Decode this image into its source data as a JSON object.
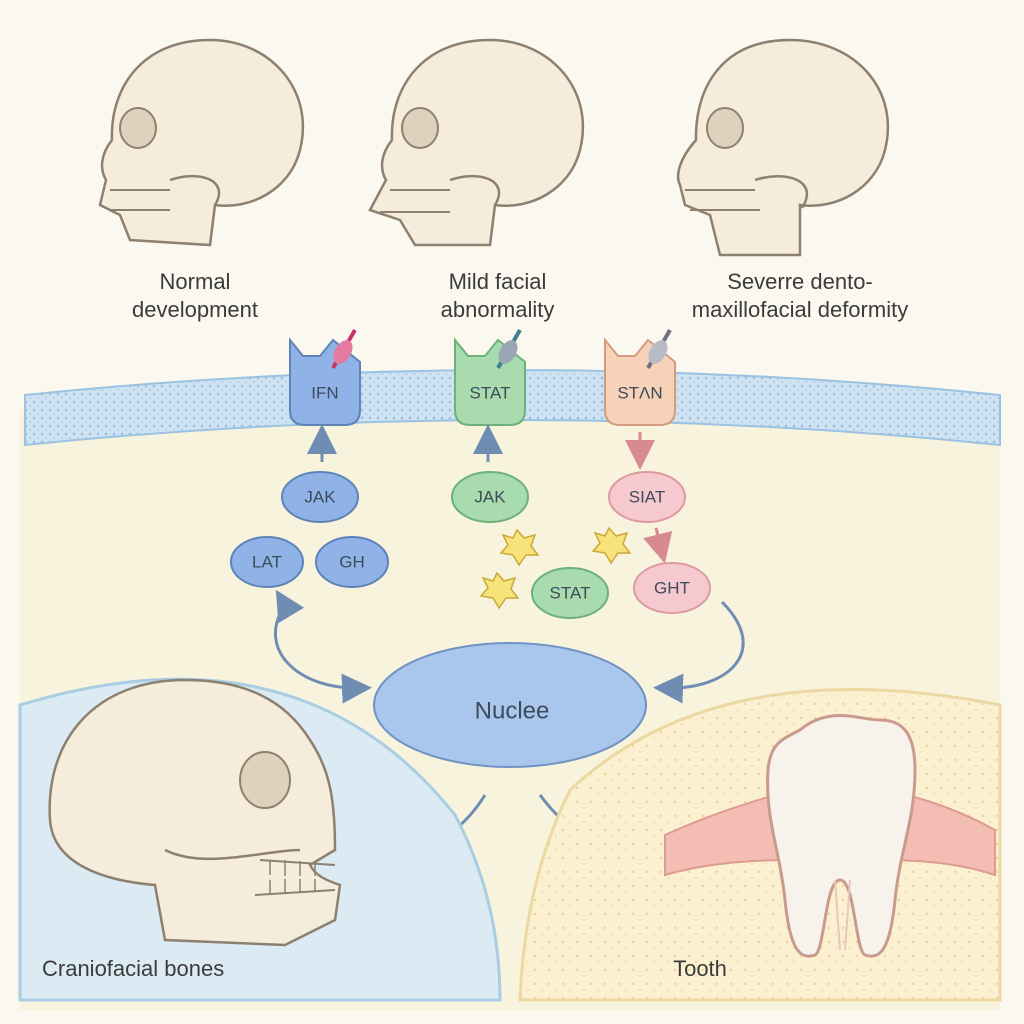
{
  "severity_labels": [
    {
      "text": "Normal\ndevelopment"
    },
    {
      "text": "Mild facial\nabnormality"
    },
    {
      "text": "Severre dento-\nmaxillofacial deformity"
    }
  ],
  "receptors": [
    "IFN",
    "STAT",
    "STɅN"
  ],
  "nodes": {
    "jak_blue": "JAK",
    "lat": "LAT",
    "gh": "GH",
    "jak_green": "JAK",
    "stat_green": "STAT",
    "siat": "SIAT",
    "ght": "GHT"
  },
  "nucleus": "Nuclee",
  "outcomes": {
    "left": "Craniofacial bones",
    "right": "Tooth"
  },
  "colors": {
    "blue": "#8fb3e6",
    "green": "#a8dcae",
    "peach": "#f6d2b8",
    "pink": "#f6c9cf",
    "membrane": "#b9d6ec"
  }
}
